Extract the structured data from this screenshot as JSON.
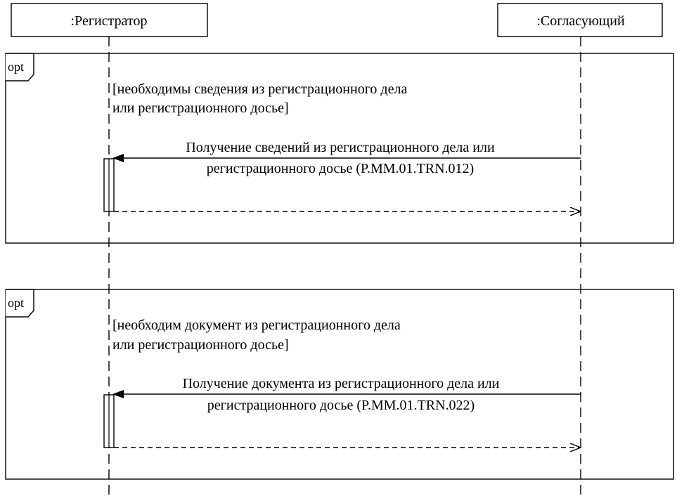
{
  "participants": [
    {
      "id": "registrar",
      "label": ":Регистратор"
    },
    {
      "id": "approver",
      "label": ":Согласующий"
    }
  ],
  "fragments": [
    {
      "operator": "opt",
      "guard_line1": "[необходимы сведения из регистрационного дела",
      "guard_line2": "или регистрационного досье]",
      "message": {
        "from": "approver",
        "to": "registrar",
        "label_line1": "Получение сведений из регистрационного дела или",
        "label_line2": "регистрационного досье (P.MM.01.TRN.012)"
      }
    },
    {
      "operator": "opt",
      "guard_line1": "[необходим документ из регистрационного дела",
      "guard_line2": "или регистрационного досье]",
      "message": {
        "from": "approver",
        "to": "registrar",
        "label_line1": "Получение документа из регистрационного дела или",
        "label_line2": "регистрационного досье (P.MM.01.TRN.022)"
      }
    }
  ]
}
